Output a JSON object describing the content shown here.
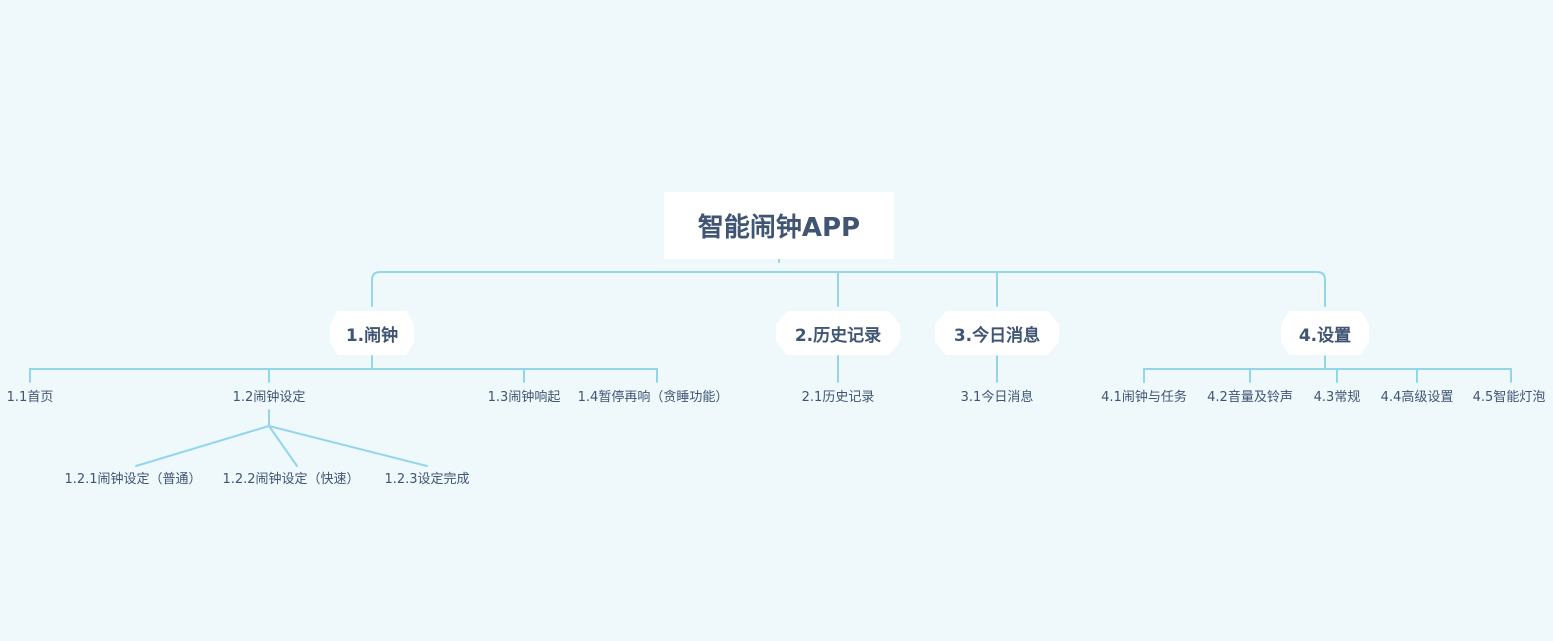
{
  "mindmap": {
    "root": "智能闹钟APP",
    "branches": [
      {
        "label": "1.闹钟",
        "children": [
          {
            "label": "1.1首页"
          },
          {
            "label": "1.2闹钟设定",
            "children": [
              {
                "label": "1.2.1闹钟设定（普通）"
              },
              {
                "label": "1.2.2闹钟设定（快速）"
              },
              {
                "label": "1.2.3设定完成"
              }
            ]
          },
          {
            "label": "1.3闹钟响起"
          },
          {
            "label": "1.4暂停再响（贪睡功能）"
          }
        ]
      },
      {
        "label": "2.历史记录",
        "children": [
          {
            "label": "2.1历史记录"
          }
        ]
      },
      {
        "label": "3.今日消息",
        "children": [
          {
            "label": "3.1今日消息"
          }
        ]
      },
      {
        "label": "4.设置",
        "children": [
          {
            "label": "4.1闹钟与任务"
          },
          {
            "label": "4.2音量及铃声"
          },
          {
            "label": "4.3常规"
          },
          {
            "label": "4.4高级设置"
          },
          {
            "label": "4.5智能灯泡"
          }
        ]
      }
    ]
  },
  "colors": {
    "background": "#eff8fb",
    "connector": "#93d6ec",
    "text": "#3f5573",
    "node_fill": "#ffffff"
  }
}
